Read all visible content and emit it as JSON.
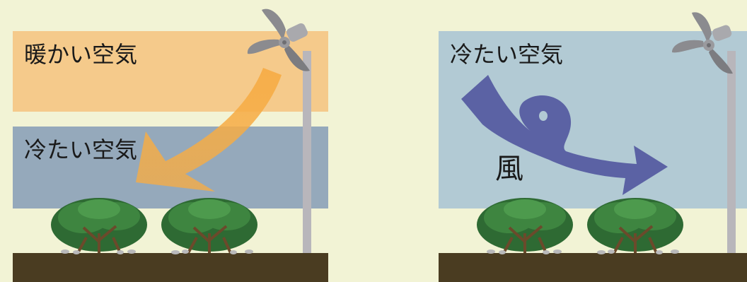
{
  "panels": [
    {
      "id": "left",
      "layers": [
        {
          "label": "暖かい空気",
          "color": "#f5ca8b"
        },
        {
          "label": "冷たい空気",
          "color": "#95a9bb"
        }
      ],
      "arrow_color": "#f6ac45"
    },
    {
      "id": "right",
      "layers": [
        {
          "label": "冷たい空気",
          "color": "#b2cad4"
        }
      ],
      "wind_label": "風",
      "arrow_color": "#5b62a4"
    }
  ],
  "colors": {
    "background": "#f2f3d5",
    "ground": "#4a3c21",
    "pole": "#b8b6bb",
    "fan": "#8b8b8f",
    "bush_dark": "#2e6a33",
    "bush_light": "#4d9a4d",
    "trunk": "#6b4a2b"
  }
}
